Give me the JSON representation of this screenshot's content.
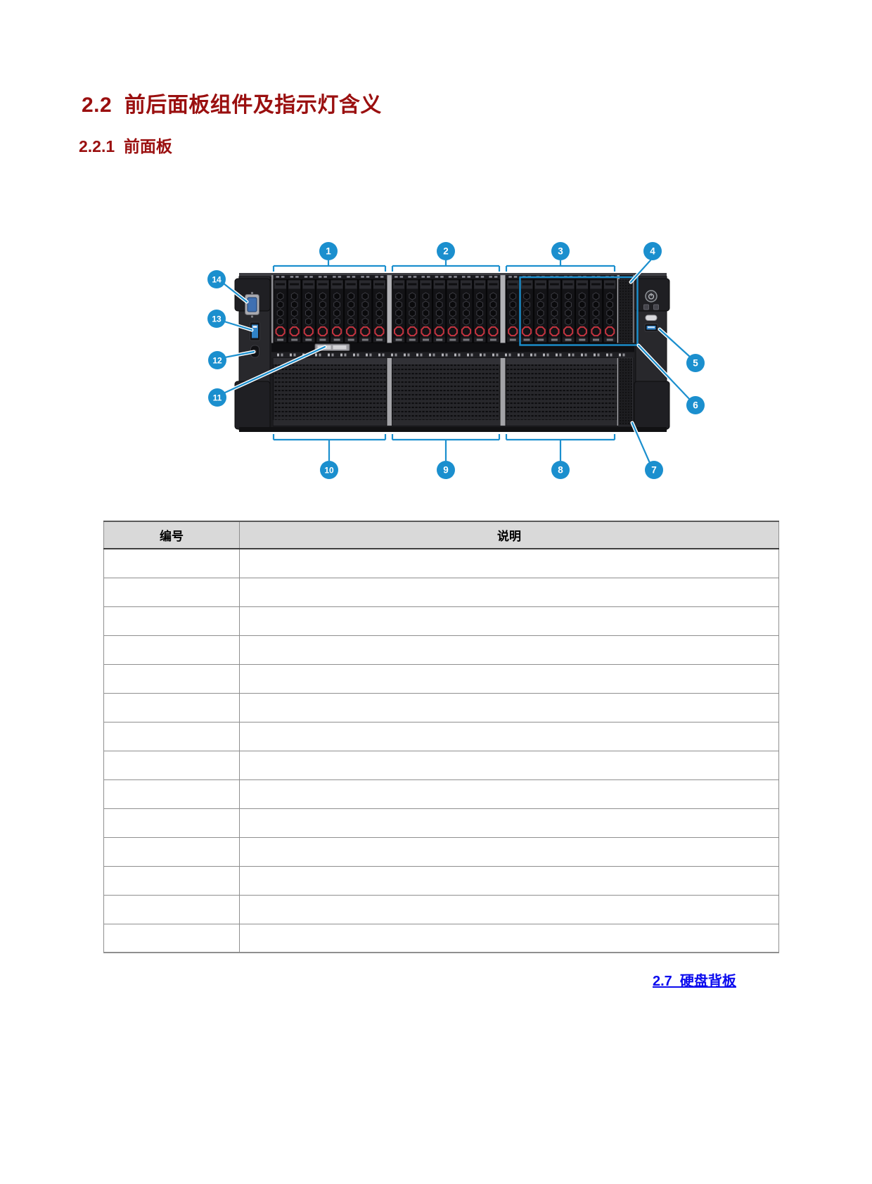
{
  "page": {
    "background": "#ffffff"
  },
  "headings": {
    "section": "2.2  前后面板组件及指示灯含义",
    "subsection": "2.2.1  前面板",
    "color": "#9a0f0f"
  },
  "figure": {
    "description": "server-front-panel-photo-with-callouts",
    "callouts": [
      "1",
      "2",
      "3",
      "4",
      "5",
      "6",
      "7",
      "8",
      "9",
      "10",
      "11",
      "12",
      "13",
      "14"
    ],
    "accent_blue": "#1b8fce",
    "drive_ring_red": "#c43440"
  },
  "table": {
    "headers": [
      "编号",
      "说明"
    ],
    "header_bg": "#d9d9d9",
    "rows": [
      [
        "",
        ""
      ],
      [
        "",
        ""
      ],
      [
        "",
        ""
      ],
      [
        "",
        ""
      ],
      [
        "",
        ""
      ],
      [
        "",
        ""
      ],
      [
        "",
        ""
      ],
      [
        "",
        ""
      ],
      [
        "",
        ""
      ],
      [
        "",
        ""
      ],
      [
        "",
        ""
      ],
      [
        "",
        ""
      ],
      [
        "",
        ""
      ],
      [
        "",
        ""
      ]
    ]
  },
  "footer_link": {
    "label": "2.7  硬盘背板",
    "color": "#0b0bee"
  }
}
